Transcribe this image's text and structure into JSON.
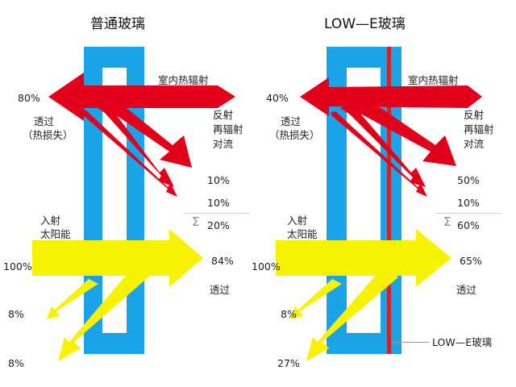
{
  "panels": [
    {
      "id": "ordinary",
      "title": "普通玻璃",
      "indoor_radiation_label": "室内热辐射",
      "reflect_label": "反射",
      "reradiate_label": "再辐射",
      "convection_label": "对流",
      "transmit_loss_label": "透过",
      "heat_loss_label": "（热损失）",
      "solar_label_1": "入射",
      "solar_label_2": "太阳能",
      "transmit_label": "透过",
      "values": {
        "heat_transmit": "80%",
        "reflect": "10%",
        "reradiate": "10%",
        "sum_symbol": "Σ",
        "sum": "20%",
        "solar_in": "100%",
        "solar_transmit": "84%",
        "solar_reflect_1": "8%",
        "solar_reflect_2": "8%"
      }
    },
    {
      "id": "low-e",
      "title": "LOW—E玻璃",
      "indoor_radiation_label": "室内热辐射",
      "reflect_label": "反射",
      "reradiate_label": "再辐射",
      "convection_label": "对流",
      "transmit_loss_label": "透过",
      "heat_loss_label": "（热损失）",
      "solar_label_1": "入射",
      "solar_label_2": "太阳能",
      "transmit_label": "透过",
      "coating_label": "LOW—E玻璃",
      "values": {
        "heat_transmit": "40%",
        "reflect": "50%",
        "reradiate": "10%",
        "sum_symbol": "Σ",
        "sum": "60%",
        "solar_in": "100%",
        "solar_transmit": "65%",
        "solar_reflect_1": "8%",
        "solar_reflect_2": "27%"
      }
    }
  ],
  "colors": {
    "glass_frame": "#1aa3e8",
    "heat_arrow": "#e3001b",
    "solar_arrow": "#f6f200",
    "coating_line": "#d2232a"
  }
}
